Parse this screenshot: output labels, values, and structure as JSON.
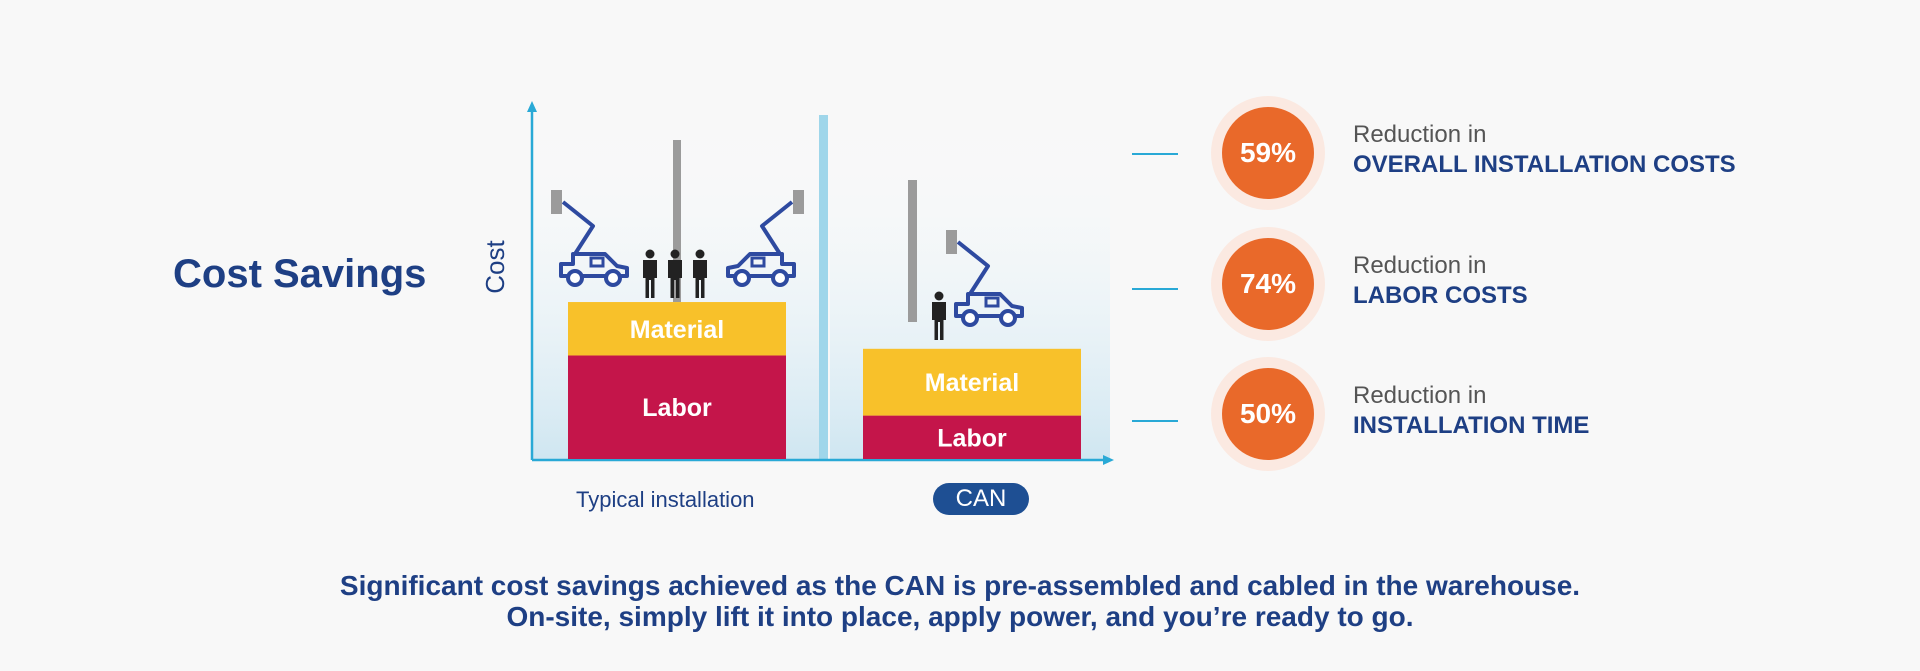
{
  "title": "Cost Savings",
  "colors": {
    "brand_blue": "#1e3f84",
    "labor": "#c4154a",
    "material": "#f8c12a",
    "stat_orange": "#e9692a",
    "axis": "#29a9d6"
  },
  "chart_data": {
    "type": "bar",
    "stacked": true,
    "ylabel": "Cost",
    "xlabel": "",
    "categories": [
      "Typical installation",
      "CAN"
    ],
    "series": [
      {
        "name": "Labor",
        "values": [
          3.1,
          1.3
        ]
      },
      {
        "name": "Material",
        "values": [
          1.6,
          2.0
        ]
      }
    ],
    "ylim": [
      0,
      10.6
    ],
    "grid": false
  },
  "stats": [
    {
      "value": "59%",
      "prefix": "Reduction in",
      "label": "OVERALL INSTALLATION COSTS"
    },
    {
      "value": "74%",
      "prefix": "Reduction in",
      "label": "LABOR COSTS"
    },
    {
      "value": "50%",
      "prefix": "Reduction in",
      "label": "INSTALLATION TIME"
    }
  ],
  "footer": {
    "line1": "Significant cost savings achieved as the CAN is pre-assembled and cabled in the warehouse.",
    "line2": "On-site, simply lift it into place, apply power, and you’re ready to go."
  },
  "icons": [
    "bucket-truck-icon",
    "worker-icon",
    "utility-pole-icon"
  ]
}
